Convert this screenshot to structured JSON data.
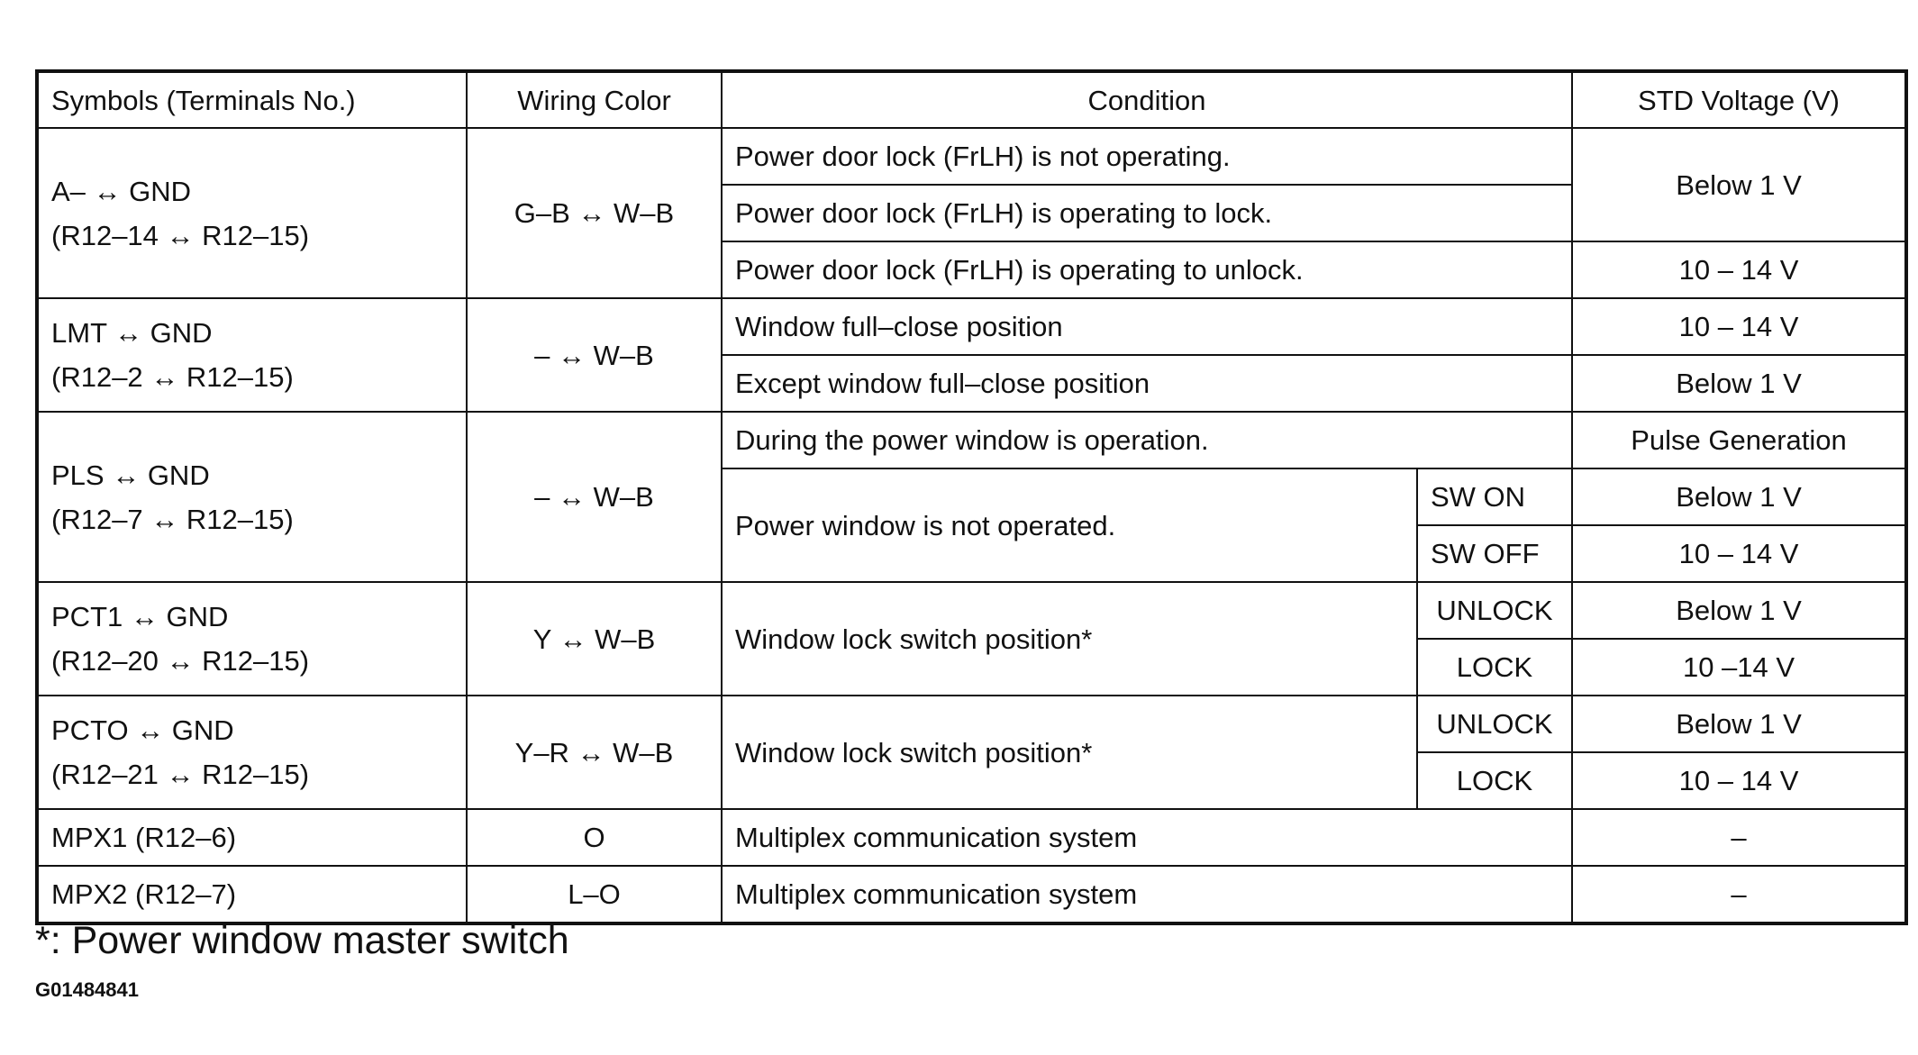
{
  "header": {
    "symbols": "Symbols (Terminals No.)",
    "wiring": "Wiring Color",
    "condition": "Condition",
    "voltage": "STD Voltage (V)"
  },
  "rows": {
    "a": {
      "symbol": "A– ↔ GND",
      "terminals": "(R12–14 ↔ R12–15)",
      "wiring": "G–B ↔ W–B",
      "cond1": "Power door lock (FrLH) is not operating.",
      "cond2": "Power door lock (FrLH) is operating to lock.",
      "cond3": "Power door lock (FrLH) is operating to unlock.",
      "volt12": "Below 1 V",
      "volt3": "10 – 14 V"
    },
    "lmt": {
      "symbol": "LMT ↔ GND",
      "terminals": "(R12–2 ↔ R12–15)",
      "wiring": "– ↔ W–B",
      "cond1": "Window full–close position",
      "cond2": "Except window full–close position",
      "volt1": "10 – 14 V",
      "volt2": "Below 1 V"
    },
    "pls": {
      "symbol": "PLS ↔ GND",
      "terminals": "(R12–7 ↔ R12–15)",
      "wiring": "– ↔ W–B",
      "cond1": "During the power window is operation.",
      "cond2": "Power window is not operated.",
      "sw_on": "SW ON",
      "sw_off": "SW OFF",
      "volt1": "Pulse Generation",
      "volt2": "Below 1 V",
      "volt3": "10 – 14 V"
    },
    "pct1": {
      "symbol": "PCT1 ↔ GND",
      "terminals": "(R12–20 ↔ R12–15)",
      "wiring": "Y ↔ W–B",
      "cond": "Window lock switch position*",
      "sub1": "UNLOCK",
      "sub2": "LOCK",
      "volt1": "Below 1 V",
      "volt2": "10 –14 V"
    },
    "pcto": {
      "symbol": "PCTO ↔ GND",
      "terminals": "(R12–21 ↔ R12–15)",
      "wiring": "Y–R ↔ W–B",
      "cond": "Window lock switch position*",
      "sub1": "UNLOCK",
      "sub2": "LOCK",
      "volt1": "Below 1 V",
      "volt2": "10 – 14 V"
    },
    "mpx1": {
      "symbol": "MPX1 (R12–6)",
      "wiring": "O",
      "cond": "Multiplex communication system",
      "volt": "–"
    },
    "mpx2": {
      "symbol": "MPX2 (R12–7)",
      "wiring": "L–O",
      "cond": "Multiplex communication system",
      "volt": "–"
    }
  },
  "footnote": "*: Power window master switch",
  "figure_id": "G01484841"
}
